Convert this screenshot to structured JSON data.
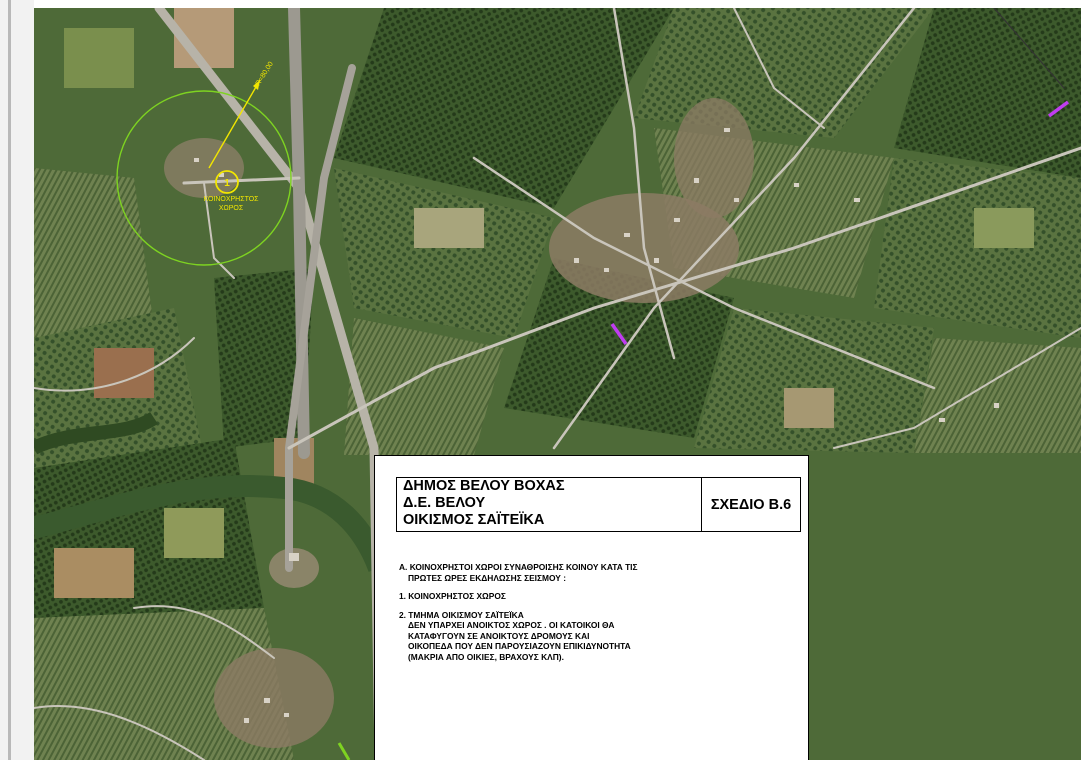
{
  "map": {
    "imagery": "aerial-orthophoto",
    "colors": {
      "buffer_circle": "#7ed321",
      "radius_line": "#f2e600",
      "marker": "#f2e600",
      "segment_highlight": "#c03cf0",
      "label_text": "#f2e600"
    },
    "marker_label_line1": "ΚΟΙΝΟΧΡΗΣΤΟΣ",
    "marker_label_line2": "ΧΩΡΟΣ",
    "marker_number": "1",
    "radius_label": "R=80,00"
  },
  "title_block": {
    "line1": "ΔΗΜΟΣ ΒΕΛΟΥ ΒΟΧΑΣ",
    "line2": "Δ.Ε. ΒΕΛΟΥ",
    "line3": "ΟΙΚΙΣΜΟΣ ΣΑΪΤΕΪΚΑ",
    "plan_code": "ΣΧΕΔΙΟ Β.6"
  },
  "legend": {
    "heading_line1": "Α. ΚΟΙΝΟΧΡΗΣΤΟΙ ΧΩΡΟΙ ΣΥΝΑΘΡΟΙΣΗΣ ΚΟΙΝΟΥ ΚΑΤΑ ΤΙΣ",
    "heading_line2": "ΠΡΩΤΕΣ ΩΡΕΣ ΕΚΔΗΛΩΣΗΣ ΣΕΙΣΜΟΥ :",
    "item1": "1.  ΚΟΙΝΟΧΡΗΣΤΟΣ ΧΩΡΟΣ",
    "item2_title": "2.  ΤΜΗΜΑ ΟΙΚΙΣΜΟΥ ΣΑΪΤΕΪΚΑ",
    "item2_line1": "ΔΕΝ ΥΠΑΡΧΕΙ ΑΝΟΙΚΤΟΣ ΧΩΡΟΣ . ΟΙ ΚΑΤΟΙΚΟΙ ΘΑ",
    "item2_line2": "ΚΑΤΑΦΥΓΟΥΝ ΣΕ  ΑΝΟΙΚΤΟΥΣ ΔΡΟΜΟΥΣ ΚΑΙ",
    "item2_line3": "ΟΙΚΟΠΕΔΑ ΠΟΥ ΔΕΝ ΠΑΡΟΥΣΙΑΖΟΥΝ ΕΠΙΚΙΔΥΝΟΤΗΤΑ",
    "item2_line4": "(ΜΑΚΡΙΑ ΑΠΟ ΟΙΚΙΕΣ, ΒΡΑΧΟΥΣ ΚΛΠ)."
  }
}
